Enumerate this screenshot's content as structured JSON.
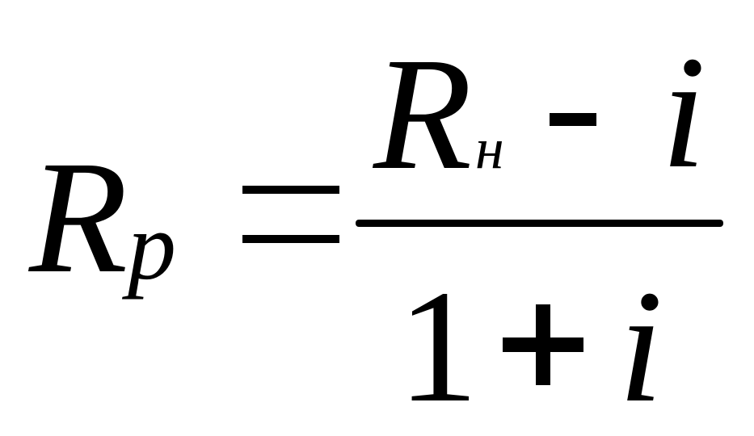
{
  "formula": {
    "lhs": {
      "main": "R",
      "sub": "p"
    },
    "equals": "=",
    "numerator": {
      "main": "R",
      "sub": "н",
      "operator": "-",
      "var": "i"
    },
    "denominator": {
      "one": "1",
      "operator": "+",
      "var": "i"
    }
  }
}
